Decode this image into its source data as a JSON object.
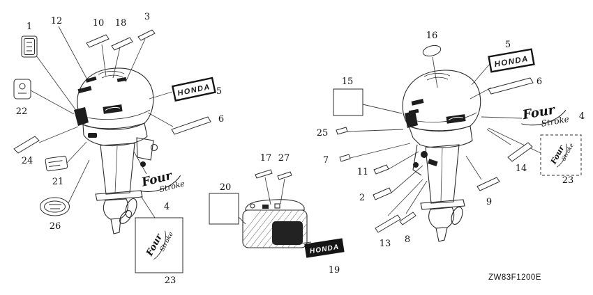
{
  "diagram": {
    "code": "ZW83F1200E"
  },
  "emblems": {
    "honda": "HONDA",
    "four": "Four",
    "stroke": "Stroke"
  },
  "callouts": {
    "n1": "1",
    "n2": "2",
    "n3": "3",
    "n4": "4",
    "n5": "5",
    "n6": "6",
    "n7": "7",
    "n8": "8",
    "n9": "9",
    "n10": "10",
    "n11": "11",
    "n12": "12",
    "n13": "13",
    "n14": "14",
    "n15": "15",
    "n16": "16",
    "n17": "17",
    "n18": "18",
    "n19": "19",
    "n20": "20",
    "n21": "21",
    "n22": "22",
    "n23": "23",
    "n24": "24",
    "n25": "25",
    "n26": "26",
    "n27": "27"
  }
}
